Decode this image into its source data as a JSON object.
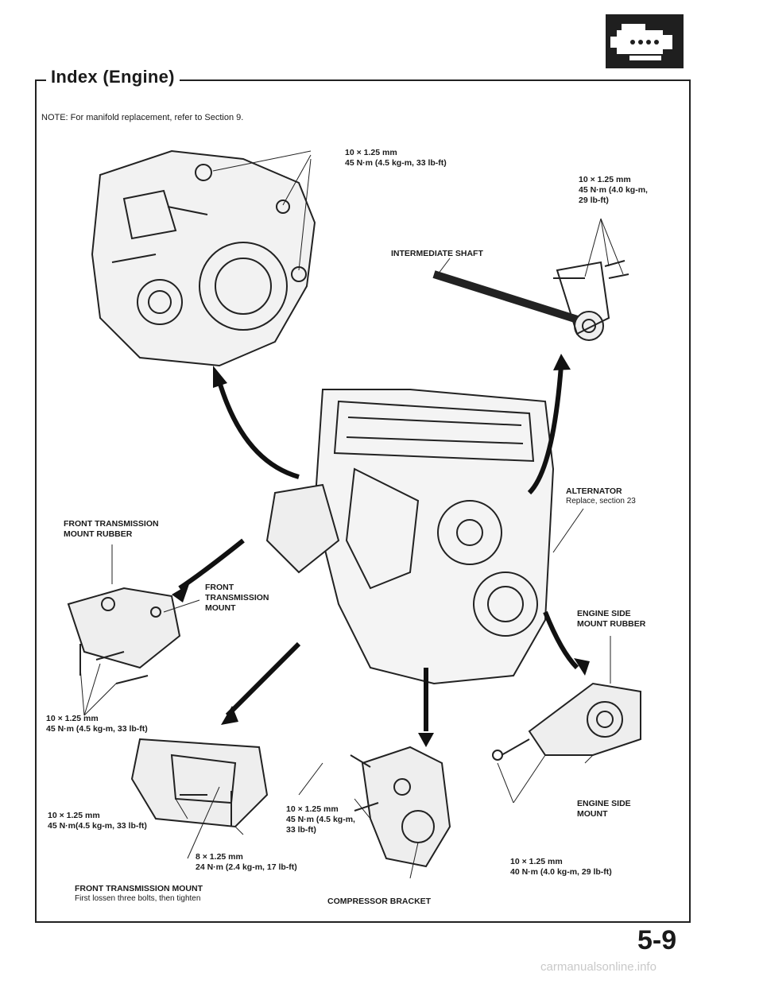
{
  "header": {
    "title": "Index (Engine)",
    "icon": "engine-icon"
  },
  "note": "NOTE: For manifold replacement, refer to Section 9.",
  "callouts": {
    "top_bolts": {
      "size": "10 × 1.25 mm",
      "torque": "45 N·m (4.5 kg-m, 33 lb-ft)"
    },
    "shaft_bolts": {
      "size": "10 × 1.25 mm",
      "torque_line1": "45 N·m (4.0 kg-m,",
      "torque_line2": "29 lb-ft)"
    },
    "intermediate_shaft": "INTERMEDIATE SHAFT",
    "alternator": {
      "label": "ALTERNATOR",
      "sub": "Replace, section 23"
    },
    "front_trans_mount_rubber": {
      "line1": "FRONT TRANSMISSION",
      "line2": "MOUNT RUBBER"
    },
    "front_trans_mount": {
      "line1": "FRONT",
      "line2": "TRANSMISSION",
      "line3": "MOUNT"
    },
    "engine_side_mount_rubber": {
      "line1": "ENGINE SIDE",
      "line2": "MOUNT RUBBER"
    },
    "left_bolts": {
      "size": "10 × 1.25 mm",
      "torque": "45 N·m (4.5 kg-m, 33 lb-ft)"
    },
    "lower_left_bolts": {
      "size": "10 × 1.25 mm",
      "torque": "45 N·m(4.5 kg-m, 33 lb-ft)"
    },
    "center_bolts": {
      "size": "10 × 1.25 mm",
      "torque_line1": "45 N·m (4.5 kg-m,",
      "torque_line2": "33 lb-ft)"
    },
    "small_bolt": {
      "size": "8 × 1.25 mm",
      "torque": "24 N·m (2.4 kg-m, 17 lb-ft)"
    },
    "front_trans_mount_bottom": {
      "label": "FRONT TRANSMISSION MOUNT",
      "sub": "First lossen three bolts, then tighten"
    },
    "compressor_bracket": "COMPRESSOR BRACKET",
    "engine_side_mount": {
      "line1": "ENGINE SIDE",
      "line2": "MOUNT"
    },
    "right_bolts": {
      "size": "10 × 1.25 mm",
      "torque": "40 N·m (4.0 kg-m, 29 lb-ft)"
    }
  },
  "page_number": "5-9",
  "footer": "carmanualsonline.info"
}
